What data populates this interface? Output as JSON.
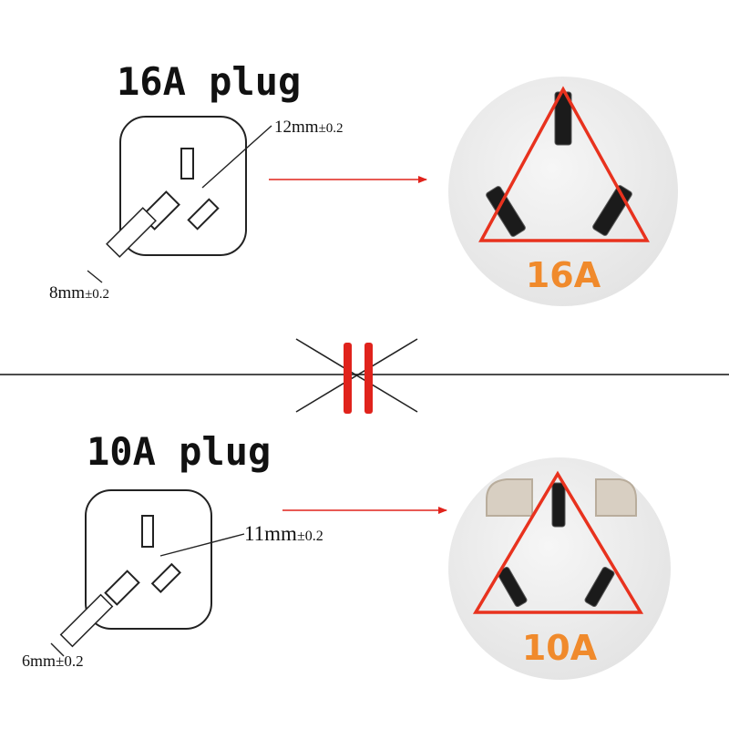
{
  "top": {
    "title": "16A plug",
    "pin_gap_value": "12mm",
    "pin_gap_tolerance": "±0.2",
    "pin_width_value": "8mm",
    "pin_width_tolerance": "±0.2",
    "socket_rating": "16A"
  },
  "bottom": {
    "title": "10A plug",
    "pin_gap_value": "11mm",
    "pin_gap_tolerance": "±0.2",
    "pin_width_value": "6mm",
    "pin_width_tolerance": "±0.2",
    "socket_rating": "10A"
  },
  "colors": {
    "arrow": "#e0231c",
    "triangle": "#e8321e",
    "rating_text": "#f08a2c",
    "not_equal": "#e0231c",
    "socket_face": "#ececec"
  }
}
